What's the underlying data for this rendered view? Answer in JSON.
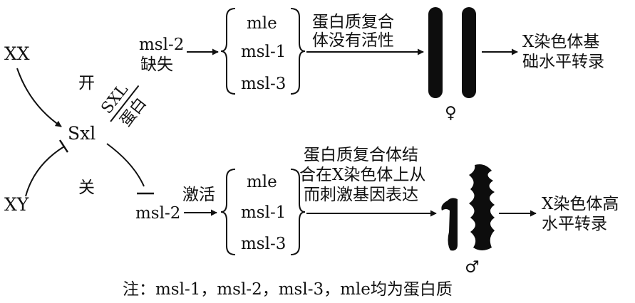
{
  "inputs": {
    "xx": "XX",
    "xy": "XY"
  },
  "regulator": {
    "sxl": "Sxl",
    "on": "开",
    "off": "关"
  },
  "sxl_product": {
    "line1": "SXL",
    "line2": "蛋白"
  },
  "female_path": {
    "msl2_line1": "msl-2",
    "msl2_line2": "缺失",
    "proteins": [
      "mle",
      "msl-1",
      "msl-3"
    ],
    "complex_line1": "蛋白质复合",
    "complex_line2": "体没有活性",
    "result_line1": "X染色体基",
    "result_line2": "础水平转录",
    "sex_symbol": "♀"
  },
  "male_path": {
    "msl2": "msl-2",
    "activate": "激活",
    "proteins": [
      "mle",
      "msl-1",
      "msl-3"
    ],
    "complex_line1": "蛋白质复合体结",
    "complex_line2": "合在X染色体上从",
    "complex_line3": "而刺激基因表达",
    "result_line1": "X染色体高",
    "result_line2": "水平转录",
    "sex_symbol": "♂"
  },
  "note": "注：msl-1，msl-2，msl-3，mle均为蛋白质"
}
